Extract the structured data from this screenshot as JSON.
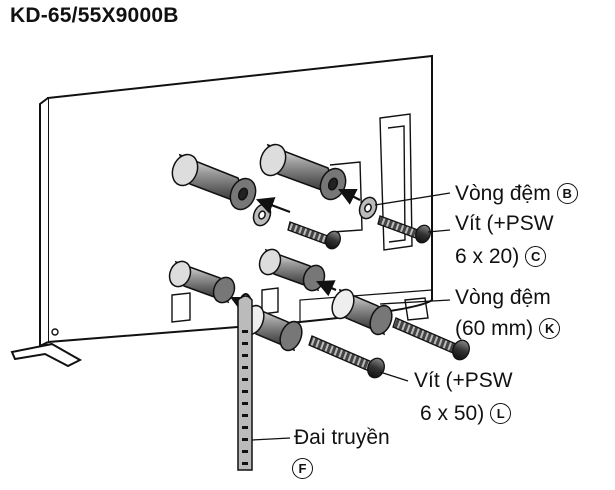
{
  "title": "KD-65/55X9000B",
  "labels": {
    "washer_b": {
      "text": "Vòng đệm",
      "badge": "B"
    },
    "screw_c_line1": {
      "text": "Vít (+PSW"
    },
    "screw_c_line2": {
      "text": "6 x 20)",
      "badge": "C"
    },
    "spacer_k_line1": {
      "text": "Vòng đệm"
    },
    "spacer_k_line2": {
      "text": "(60 mm)",
      "badge": "K"
    },
    "screw_l_line1": {
      "text": "Vít (+PSW"
    },
    "screw_l_line2": {
      "text": "6 x 50)",
      "badge": "L"
    },
    "belt_f_line1": {
      "text": "Đai truyền"
    },
    "belt_f_badge": {
      "badge": "F"
    }
  }
}
